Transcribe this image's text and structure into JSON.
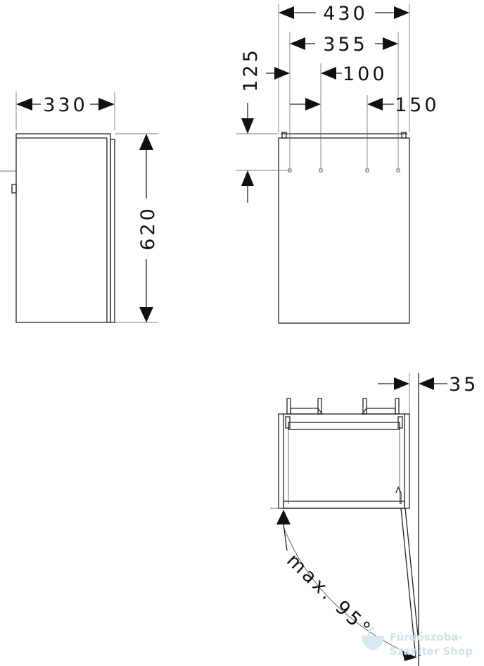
{
  "side_view": {
    "depth_label": "330",
    "height_label": "620"
  },
  "front_view": {
    "width_label": "430",
    "hole_spacing_label": "355",
    "offset_label": "100",
    "offset_right_label": "150",
    "top_offset_label": "125"
  },
  "top_view": {
    "gap_label": "35",
    "angle_label": "max. 95°"
  },
  "watermark": {
    "line1": "Fürdőszoba-",
    "line2": "Szaniter Shop",
    "icon": "basin-icon",
    "color": "#cfe3ec"
  }
}
